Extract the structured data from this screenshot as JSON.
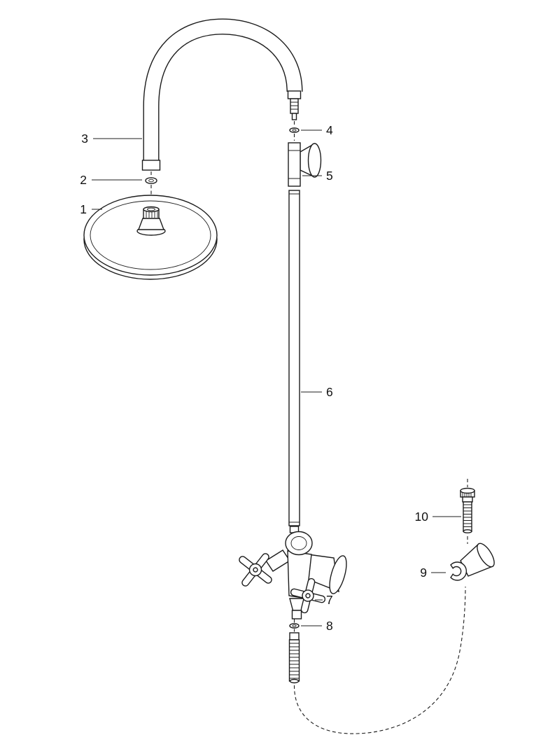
{
  "diagram": {
    "background_color": "#ffffff",
    "line_color": "#1c1c1c",
    "parts": [
      {
        "label": "1"
      },
      {
        "label": "2"
      },
      {
        "label": "3"
      },
      {
        "label": "4"
      },
      {
        "label": "5"
      },
      {
        "label": "6"
      },
      {
        "label": "7"
      },
      {
        "label": "8"
      },
      {
        "label": "9"
      },
      {
        "label": "10"
      }
    ]
  }
}
